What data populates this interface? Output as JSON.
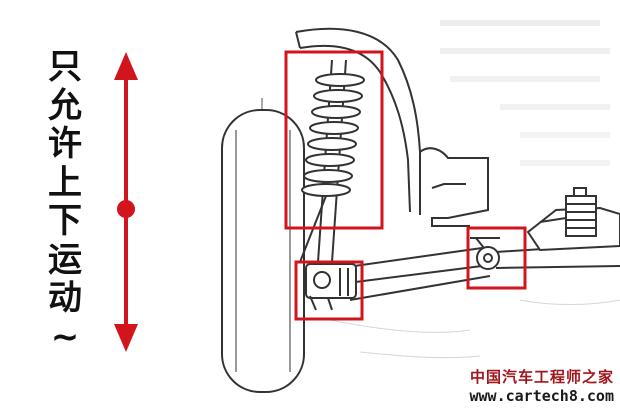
{
  "caption": {
    "chars": [
      "只",
      "允",
      "许",
      "上",
      "下",
      "运",
      "动",
      "~"
    ]
  },
  "watermark": {
    "site_name": "中国汽车工程师之家",
    "url": "www.cartech8.com"
  },
  "colors": {
    "accent_red": "#d2141c",
    "line_gray": "#333333",
    "background": "#ffffff"
  },
  "icons": [
    "double-headed-arrow-icon"
  ]
}
